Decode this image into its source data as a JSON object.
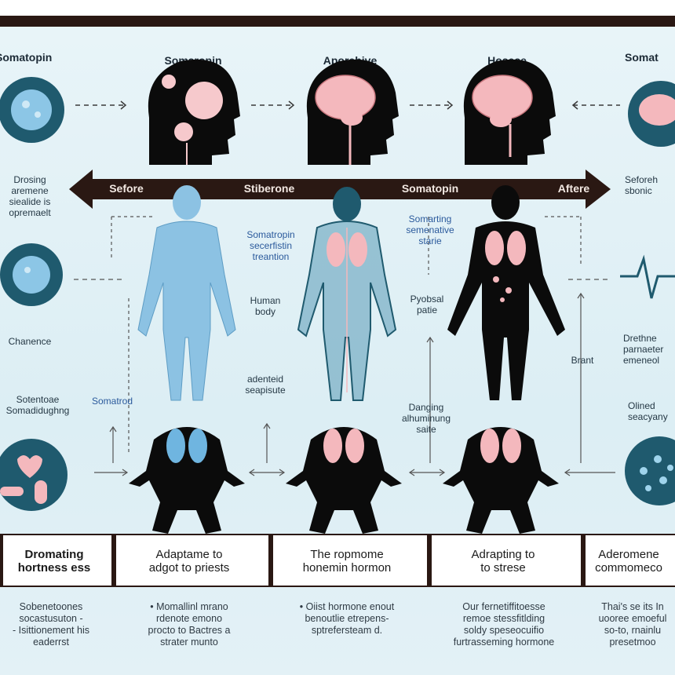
{
  "top_labels": {
    "left": "Somatopin",
    "head1": "Somaropin",
    "head2": "Aporebive",
    "head3": "Hosese",
    "right": "Somat"
  },
  "arrow_bar": {
    "left": "Sefore",
    "mid1": "Stiberone",
    "mid2": "Somatopin",
    "right": "Aftere"
  },
  "left_col": {
    "text1": "Drosing\naremene\nsiealide is\nopremaelt",
    "text2": "Chanence",
    "text3": "Sotentoae\nSomadidughng"
  },
  "right_col": {
    "text1": "Seforeh\nsbonic",
    "text2": "Drethne\nparnaeter\nemeneol",
    "text3": "Olined\nseacyany"
  },
  "figure_labels": {
    "somatropin": "Somatropin\nsecerfistin\ntreantion",
    "human_body": "Human\nbody",
    "adenteid": "adenteid\nseapisute",
    "somatrod": "Somatrod",
    "somarting": "Somarting\nsemenative\nstarie",
    "pyobsal": "Pyobsal\npatie",
    "danging": "Danging\nalhuminung\nsaite",
    "brant": "Brant"
  },
  "bottom_boxes": [
    {
      "title": "Dromating\nhortness ess"
    },
    {
      "title": "Adaptame to\nadgot to priests"
    },
    {
      "title": "The ropmome\nhonemin hormon"
    },
    {
      "title": "Adrapting to\nto strese"
    },
    {
      "title": "Aderomene\ncommomeco"
    }
  ],
  "captions": [
    "Sobenetoones\nsocastusuton -\n- Isittionement his\neaderrst",
    "• Momallinl mrano\nrdenote emono\nprocto to Bactres a\nstrater munto",
    "• Oiist hormone enout\nbenoutlie etrepens-\nsptrefersteam d.",
    "Our fernetiffitoesse\nremoe stessfitlding\nsoldy speseocuifio\nfurtrasseming hormone",
    "Thai's se its In\nuooree emoeful\nso-to, rnainlu\npresetmoo"
  ],
  "colors": {
    "dark": "#2a1813",
    "blue_body": "#8cc2e3",
    "pink": "#f4b8bd",
    "teal_circle": "#1f5a6e",
    "background": "#e6f3f7"
  }
}
